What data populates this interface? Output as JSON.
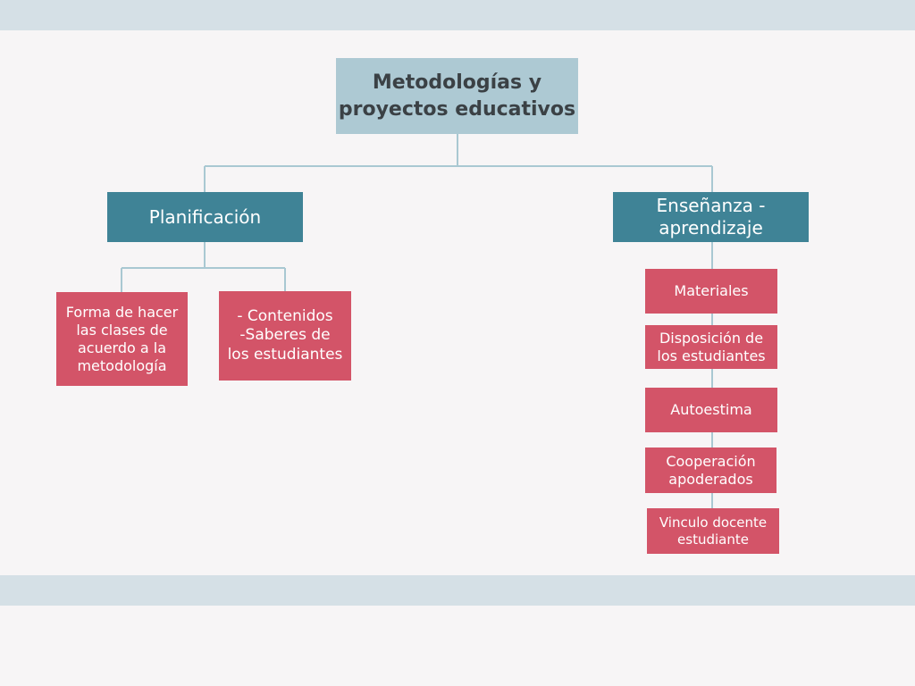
{
  "root": {
    "lines": [
      "Metodologías y",
      "proyectos educativos"
    ]
  },
  "planificacion": {
    "label": "Planificación",
    "children": [
      {
        "lines": [
          "Forma de hacer",
          "las clases de",
          "acuerdo a la",
          "metodología"
        ]
      },
      {
        "lines": [
          "- Contenidos",
          "-Saberes de",
          "los estudiantes"
        ]
      }
    ]
  },
  "ensenanza": {
    "lines": [
      "Enseñanza -",
      "aprendizaje"
    ],
    "children": [
      {
        "lines": [
          "Materiales"
        ]
      },
      {
        "lines": [
          "Disposición de",
          "los estudiantes"
        ]
      },
      {
        "lines": [
          "Autoestima"
        ]
      },
      {
        "lines": [
          "Cooperación",
          "apoderados"
        ]
      },
      {
        "lines": [
          "Vinculo docente",
          "estudiante"
        ]
      }
    ]
  },
  "colors": {
    "root": "#adc9d3",
    "branch": "#3f8396",
    "leaf": "#d35468",
    "connector": "#a9c8d2",
    "band": "#d5e0e6",
    "background": "#f7f5f6"
  }
}
